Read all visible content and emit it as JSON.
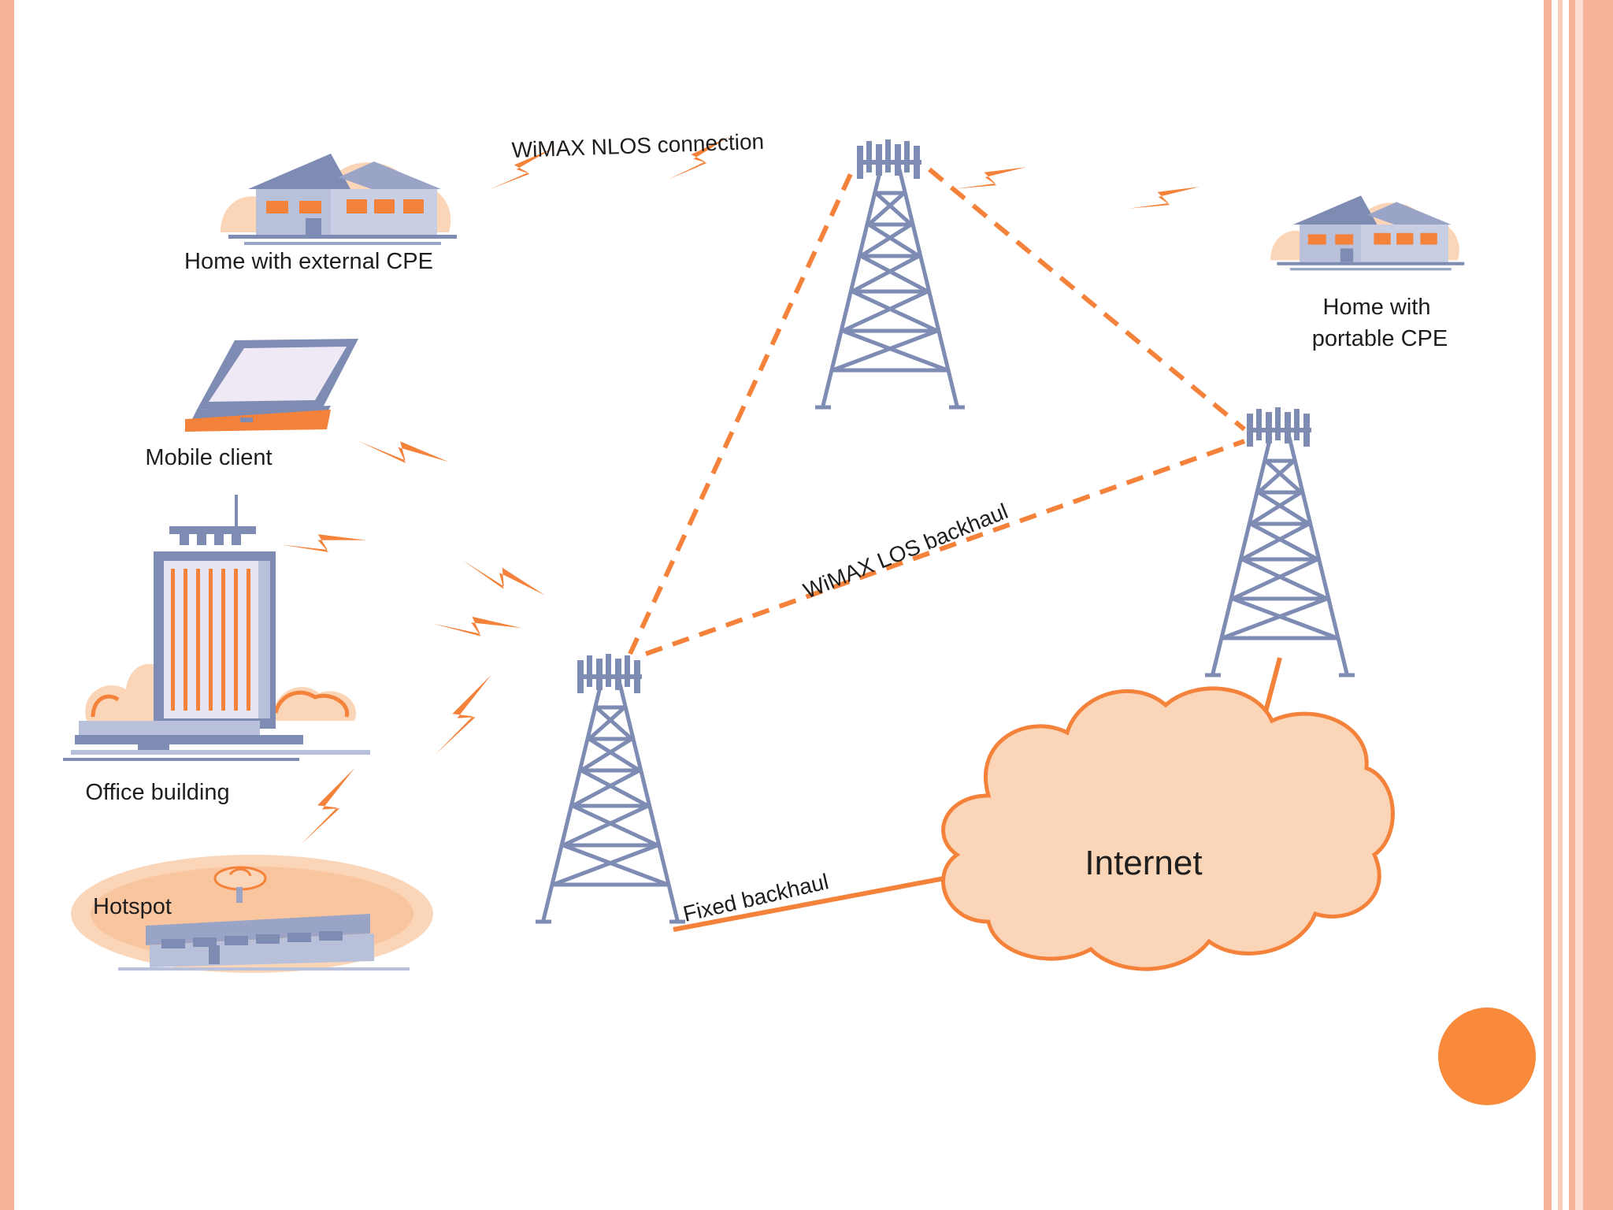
{
  "theme": {
    "accent": "#f4823a",
    "accent_light": "#f9b98a",
    "peach": "#fbd5b8",
    "slate": "#7e8bb3",
    "slate_light": "#b9c0da",
    "frame": "#f8b39b",
    "slide_dot": "#f98a3c"
  },
  "labels": {
    "nlos": "WiMAX NLOS connection",
    "los": "WiMAX LOS backhaul",
    "fixed": "Fixed backhaul",
    "internet": "Internet"
  },
  "nodes": {
    "home_external": "Home with external CPE",
    "home_portable_1": "Home with",
    "home_portable_2": "portable CPE",
    "mobile": "Mobile client",
    "office": "Office building",
    "hotspot": "Hotspot"
  },
  "icons": [
    "house-icon",
    "laptop-icon",
    "office-building-icon",
    "hotspot-icon",
    "tower-icon",
    "cloud-icon",
    "lightning-bolt-icon"
  ]
}
